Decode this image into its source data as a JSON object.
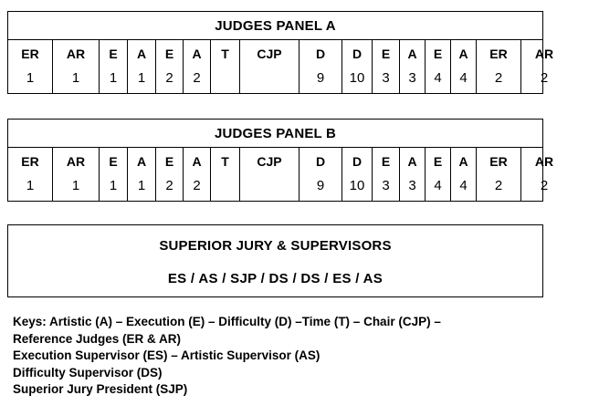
{
  "document": {
    "title": "Judges Panel Layout"
  },
  "panels": [
    {
      "id": "panel-a",
      "title": "JUDGES PANEL A",
      "columns": [
        {
          "role": "ER",
          "num": "1",
          "width": 49
        },
        {
          "role": "AR",
          "num": "1",
          "width": 51
        },
        {
          "role": "E",
          "num": "1",
          "width": 31
        },
        {
          "role": "A",
          "num": "1",
          "width": 31
        },
        {
          "role": "E",
          "num": "2",
          "width": 30
        },
        {
          "role": "A",
          "num": "2",
          "width": 30
        },
        {
          "role": "T",
          "num": "",
          "width": 32
        },
        {
          "role": "CJP",
          "num": "",
          "width": 65
        },
        {
          "role": "D",
          "num": "9",
          "width": 47
        },
        {
          "role": "D",
          "num": "10",
          "width": 33
        },
        {
          "role": "E",
          "num": "3",
          "width": 30
        },
        {
          "role": "A",
          "num": "3",
          "width": 28
        },
        {
          "role": "E",
          "num": "4",
          "width": 28
        },
        {
          "role": "A",
          "num": "4",
          "width": 28
        },
        {
          "role": "ER",
          "num": "2",
          "width": 49
        },
        {
          "role": "AR",
          "num": "2",
          "width": 50
        }
      ]
    },
    {
      "id": "panel-b",
      "title": "JUDGES PANEL B",
      "columns": [
        {
          "role": "ER",
          "num": "1",
          "width": 49
        },
        {
          "role": "AR",
          "num": "1",
          "width": 51
        },
        {
          "role": "E",
          "num": "1",
          "width": 31
        },
        {
          "role": "A",
          "num": "1",
          "width": 31
        },
        {
          "role": "E",
          "num": "2",
          "width": 30
        },
        {
          "role": "A",
          "num": "2",
          "width": 30
        },
        {
          "role": "T",
          "num": "",
          "width": 32
        },
        {
          "role": "CJP",
          "num": "",
          "width": 65
        },
        {
          "role": "D",
          "num": "9",
          "width": 47
        },
        {
          "role": "D",
          "num": "10",
          "width": 33
        },
        {
          "role": "E",
          "num": "3",
          "width": 30
        },
        {
          "role": "A",
          "num": "3",
          "width": 28
        },
        {
          "role": "E",
          "num": "4",
          "width": 28
        },
        {
          "role": "A",
          "num": "4",
          "width": 28
        },
        {
          "role": "ER",
          "num": "2",
          "width": 49
        },
        {
          "role": "AR",
          "num": "2",
          "width": 50
        }
      ]
    }
  ],
  "jury_box": {
    "title": "SUPERIOR JURY & SUPERVISORS",
    "members_line": "ES  / AS / SJP  / DS / DS / ES / AS"
  },
  "legend": {
    "lines": [
      "Keys: Artistic (A) – Execution (E) – Difficulty (D) –Time (T) – Chair (CJP) –",
      "Reference Judges (ER & AR)",
      "Execution Supervisor (ES) – Artistic Supervisor (AS)",
      "Difficulty Supervisor (DS)",
      "Superior Jury President (SJP)"
    ]
  },
  "colors": {
    "background": "#ffffff",
    "text": "#000000",
    "border": "#000000"
  }
}
